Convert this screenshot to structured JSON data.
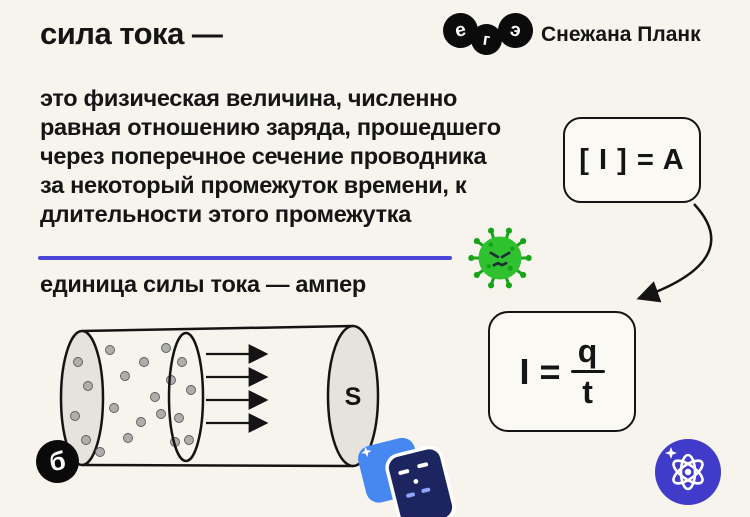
{
  "header": {
    "title": "сила тока —",
    "brand": {
      "letters": [
        "е",
        "г",
        "э"
      ],
      "name": "Снежана Планк"
    }
  },
  "definition_lines": [
    "это физическая величина, численно",
    "равная отношению заряда, прошедшего",
    "через поперечное сечение проводника",
    "за некоторый промежуток времени, к",
    "длительности этого промежутка"
  ],
  "unit_statement": "единица силы тока — ампер",
  "formulas": {
    "unit": "[ I ] = A",
    "main": {
      "lhs": "I =",
      "numerator": "q",
      "denominator": "t"
    }
  },
  "diagram": {
    "cross_section_label": "S",
    "badge": "б"
  },
  "colors": {
    "background": "#f7f4ee",
    "accent": "#4a46d8",
    "virus_green": "#2fc12f",
    "icon_blue": "#403cc9",
    "calculator_blue": "#4687f2",
    "calculator_dark": "#1d2560",
    "text": "#151515"
  }
}
